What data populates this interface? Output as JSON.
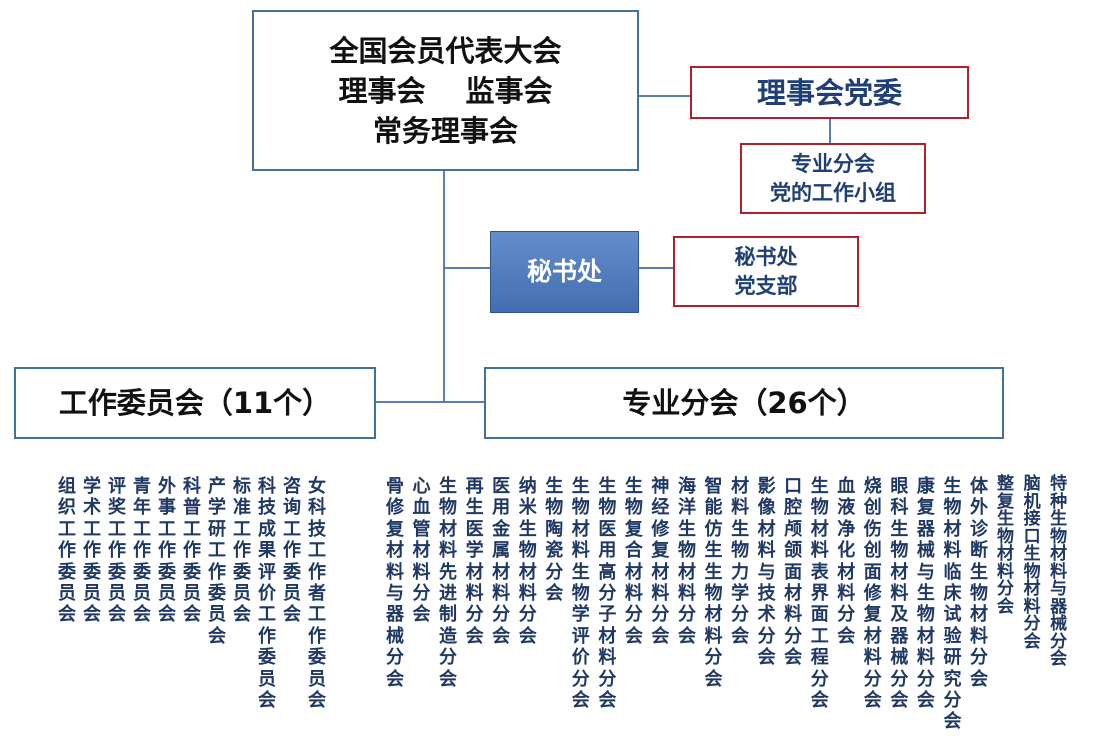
{
  "assembly": {
    "line1": "全国会员代表大会",
    "council": "理事会",
    "supervisory_board": "监事会",
    "line3": "常务理事会"
  },
  "party_committee": {
    "label": "理事会党委"
  },
  "branch_party_group": {
    "line1": "专业分会",
    "line2": "党的工作小组"
  },
  "secretariat": {
    "label": "秘书处"
  },
  "secretariat_party_branch": {
    "line1": "秘书处",
    "line2": "党支部"
  },
  "working_committees": {
    "title": "工作委员会（11个）",
    "items": [
      "组织工作委员会",
      "学术工作委员会",
      "评奖工作委员会",
      "青年工作委员会",
      "外事工作委员会",
      "科普工作委员会",
      "产学研工作委员会",
      "标准工作委员会",
      "科技成果评价工作委员会",
      "咨询工作委员会",
      "女科技工作者工作委员会"
    ]
  },
  "branches": {
    "title": "专业分会（26个）",
    "items": [
      "骨修复材料与器械分会",
      "心血管材料分会",
      "生物材料先进制造分会",
      "再生医学材料分会",
      "医用金属材料分会",
      "纳米生物材料分会",
      "生物陶瓷分会",
      "生物材料生物学评价分会",
      "生物医用高分子材料分会",
      "生物复合材料分会",
      "神经修复材料分会",
      "海洋生物材料分会",
      "智能仿生生物材料分会",
      "材料生物力学分会",
      "影像材料与技术分会",
      "口腔颅颌面材料分会",
      "生物材料表界面工程分会",
      "血液净化材料分会",
      "烧创伤创面修复材料分会",
      "眼科生物材料及器械分会",
      "康复器械与生物材料分会",
      "生物材料临床试验研究分会",
      "体外诊断生物材料分会",
      "整复生物材料分会",
      "脑机接口生物材料分会",
      "特种生物材料与器械分会"
    ]
  },
  "colors": {
    "box_border": "#41719C",
    "party_border": "#B3202A",
    "connector": "#5B7DB4",
    "column_text": "#1F3864",
    "party_text": "#1F3F77",
    "main_text": "#111111",
    "secretariat_fill": "#4A7BC4"
  }
}
